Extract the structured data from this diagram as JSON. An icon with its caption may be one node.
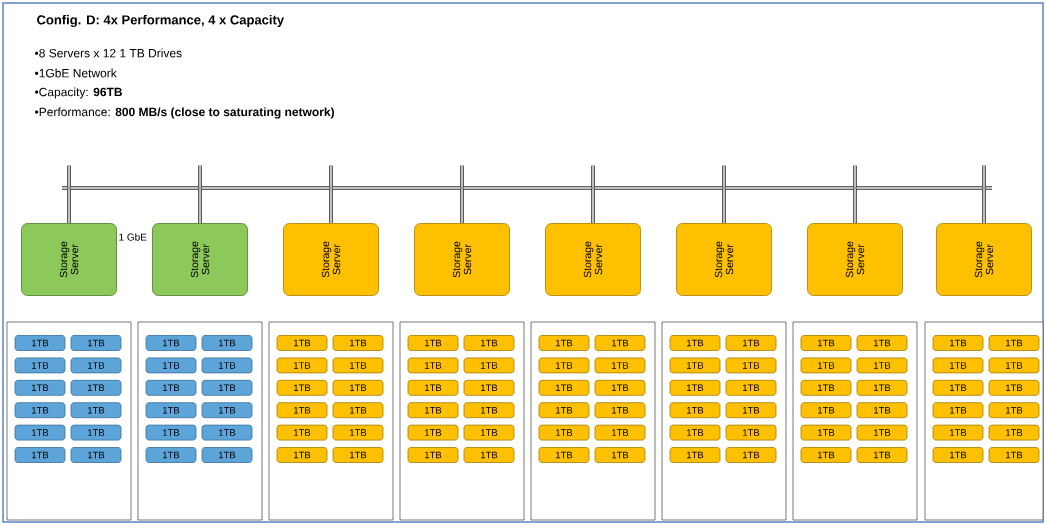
{
  "diagram": {
    "title": "Config. D: 4x Performance, 4 x Capacity",
    "nodes": [
      {
        "text": [],
        "shape": "bar"
      },
      {
        "text": [
          "Storage Server"
        ]
      },
      {
        "text": [
          "Storage Server"
        ]
      },
      {
        "text": [
          "Storage Server"
        ]
      },
      {
        "text": [
          "Storage Server"
        ]
      },
      {
        "text": [
          "Storage Server"
        ]
      },
      {
        "text": [
          "Storage Server"
        ]
      },
      {
        "text": [
          "Storage Server"
        ]
      },
      {
        "text": [
          "Storage Server"
        ]
      },
      {
        "text": [],
        "shape": "box"
      },
      {
        "text": [
          "1TB"
        ],
        "in": 9
      },
      {
        "text": [
          "1TB"
        ],
        "in": 9
      },
      {
        "text": [
          "1TB"
        ],
        "in": 9
      },
      {
        "text": [
          "1TB"
        ],
        "in": 9
      },
      {
        "text": [
          "1TB"
        ],
        "in": 9
      },
      {
        "text": [
          "1TB"
        ],
        "in": 9
      },
      {
        "text": [
          "1TB"
        ],
        "in": 9
      },
      {
        "text": [
          "1TB"
        ],
        "in": 9
      },
      {
        "text": [
          "1TB"
        ],
        "in": 9
      },
      {
        "text": [
          "1TB"
        ],
        "in": 9
      },
      {
        "text": [
          "1TB"
        ],
        "in": 9
      },
      {
        "text": [
          "1TB"
        ],
        "in": 9
      },
      {
        "text": [],
        "shape": "box"
      },
      {
        "text": [
          "1TB"
        ],
        "in": 22
      },
      {
        "text": [
          "1TB"
        ],
        "in": 22
      },
      {
        "text": [
          "1TB"
        ],
        "in": 22
      },
      {
        "text": [
          "1TB"
        ],
        "in": 22
      },
      {
        "text": [
          "1TB"
        ],
        "in": 22
      },
      {
        "text": [
          "1TB"
        ],
        "in": 22
      },
      {
        "text": [
          "1TB"
        ],
        "in": 22
      },
      {
        "text": [
          "1TB"
        ],
        "in": 22
      },
      {
        "text": [
          "1TB"
        ],
        "in": 22
      },
      {
        "text": [
          "1TB"
        ],
        "in": 22
      },
      {
        "text": [
          "1TB"
        ],
        "in": 22
      },
      {
        "text": [
          "1TB"
        ],
        "in": 22
      },
      {
        "text": [],
        "shape": "box"
      },
      {
        "text": [
          "1TB"
        ],
        "in": 35
      },
      {
        "text": [
          "1TB"
        ],
        "in": 35
      },
      {
        "text": [
          "1TB"
        ],
        "in": 35
      },
      {
        "text": [
          "1TB"
        ],
        "in": 35
      },
      {
        "text": [
          "1TB"
        ],
        "in": 35
      },
      {
        "text": [
          "1TB"
        ],
        "in": 35
      },
      {
        "text": [
          "1TB"
        ],
        "in": 35
      },
      {
        "text": [
          "1TB"
        ],
        "in": 35
      },
      {
        "text": [
          "1TB"
        ],
        "in": 35
      },
      {
        "text": [
          "1TB"
        ],
        "in": 35
      },
      {
        "text": [
          "1TB"
        ],
        "in": 35
      },
      {
        "text": [
          "1TB"
        ],
        "in": 35
      },
      {
        "text": [],
        "shape": "box"
      },
      {
        "text": [
          "1TB"
        ],
        "in": 48
      },
      {
        "text": [
          "1TB"
        ],
        "in": 48
      },
      {
        "text": [
          "1TB"
        ],
        "in": 48
      },
      {
        "text": [
          "1TB"
        ],
        "in": 48
      },
      {
        "text": [
          "1TB"
        ],
        "in": 48
      },
      {
        "text": [
          "1TB"
        ],
        "in": 48
      },
      {
        "text": [
          "1TB"
        ],
        "in": 48
      },
      {
        "text": [
          "1TB"
        ],
        "in": 48
      },
      {
        "text": [
          "1TB"
        ],
        "in": 48
      },
      {
        "text": [
          "1TB"
        ],
        "in": 48
      },
      {
        "text": [
          "1TB"
        ],
        "in": 48
      },
      {
        "text": [
          "1TB"
        ],
        "in": 48
      },
      {
        "text": [],
        "shape": "box"
      },
      {
        "text": [
          "1TB"
        ],
        "in": 61
      },
      {
        "text": [
          "1TB"
        ],
        "in": 61
      },
      {
        "text": [
          "1TB"
        ],
        "in": 61
      },
      {
        "text": [
          "1TB"
        ],
        "in": 61
      },
      {
        "text": [
          "1TB"
        ],
        "in": 61
      },
      {
        "text": [
          "1TB"
        ],
        "in": 61
      },
      {
        "text": [
          "1TB"
        ],
        "in": 61
      },
      {
        "text": [
          "1TB"
        ],
        "in": 61
      },
      {
        "text": [
          "1TB"
        ],
        "in": 61
      },
      {
        "text": [
          "1TB"
        ],
        "in": 61
      },
      {
        "text": [
          "1TB"
        ],
        "in": 61
      },
      {
        "text": [
          "1TB"
        ],
        "in": 61
      },
      {
        "text": [],
        "shape": "box"
      },
      {
        "text": [
          "1TB"
        ],
        "in": 74
      },
      {
        "text": [
          "1TB"
        ],
        "in": 74
      },
      {
        "text": [
          "1TB"
        ],
        "in": 74
      },
      {
        "text": [
          "1TB"
        ],
        "in": 74
      },
      {
        "text": [
          "1TB"
        ],
        "in": 74
      },
      {
        "text": [
          "1TB"
        ],
        "in": 74
      },
      {
        "text": [
          "1TB"
        ],
        "in": 74
      },
      {
        "text": [
          "1TB"
        ],
        "in": 74
      },
      {
        "text": [
          "1TB"
        ],
        "in": 74
      },
      {
        "text": [
          "1TB"
        ],
        "in": 74
      },
      {
        "text": [
          "1TB"
        ],
        "in": 74
      },
      {
        "text": [
          "1TB"
        ],
        "in": 74
      },
      {
        "text": [],
        "shape": "box"
      },
      {
        "text": [
          "1TB"
        ],
        "in": 87
      },
      {
        "text": [
          "1TB"
        ],
        "in": 87
      },
      {
        "text": [
          "1TB"
        ],
        "in": 87
      },
      {
        "text": [
          "1TB"
        ],
        "in": 87
      },
      {
        "text": [
          "1TB"
        ],
        "in": 87
      },
      {
        "text": [
          "1TB"
        ],
        "in": 87
      },
      {
        "text": [
          "1TB"
        ],
        "in": 87
      },
      {
        "text": [
          "1TB"
        ],
        "in": 87
      },
      {
        "text": [
          "1TB"
        ],
        "in": 87
      },
      {
        "text": [
          "1TB"
        ],
        "in": 87
      },
      {
        "text": [
          "1TB"
        ],
        "in": 87
      },
      {
        "text": [
          "1TB"
        ],
        "in": 87
      },
      {
        "text": [],
        "shape": "box"
      },
      {
        "text": [
          "1TB"
        ],
        "in": 100
      },
      {
        "text": [
          "1TB"
        ],
        "in": 100
      },
      {
        "text": [
          "1TB"
        ],
        "in": 100
      },
      {
        "text": [
          "1TB"
        ],
        "in": 100
      },
      {
        "text": [
          "1TB"
        ],
        "in": 100
      },
      {
        "text": [
          "1TB"
        ],
        "in": 100
      },
      {
        "text": [
          "1TB"
        ],
        "in": 100
      },
      {
        "text": [
          "1TB"
        ],
        "in": 100
      },
      {
        "text": [
          "1TB"
        ],
        "in": 100
      },
      {
        "text": [
          "1TB"
        ],
        "in": 100
      },
      {
        "text": [
          "1TB"
        ],
        "in": 100
      },
      {
        "text": [
          "1TB"
        ],
        "in": 100
      }
    ],
    "edges": [
      {
        "from": 1,
        "to": 0,
        "arrow": "none"
      },
      {
        "from": 2,
        "to": 0,
        "arrow": "none"
      },
      {
        "from": 3,
        "to": 0,
        "arrow": "none"
      },
      {
        "from": 4,
        "to": 0,
        "arrow": "none"
      },
      {
        "from": 5,
        "to": 0,
        "arrow": "none"
      },
      {
        "from": 6,
        "to": 0,
        "arrow": "none"
      },
      {
        "from": 7,
        "to": 0,
        "arrow": "none"
      },
      {
        "from": 8,
        "to": 0,
        "arrow": "none"
      }
    ],
    "labels": [
      "•8 Servers x 12 1 TB Drives",
      "•1GbE Network",
      "•Capacity: **96TB**",
      "•Performance: **800 MB/s (close to saturating network)**",
      "1 GbE"
    ]
  }
}
